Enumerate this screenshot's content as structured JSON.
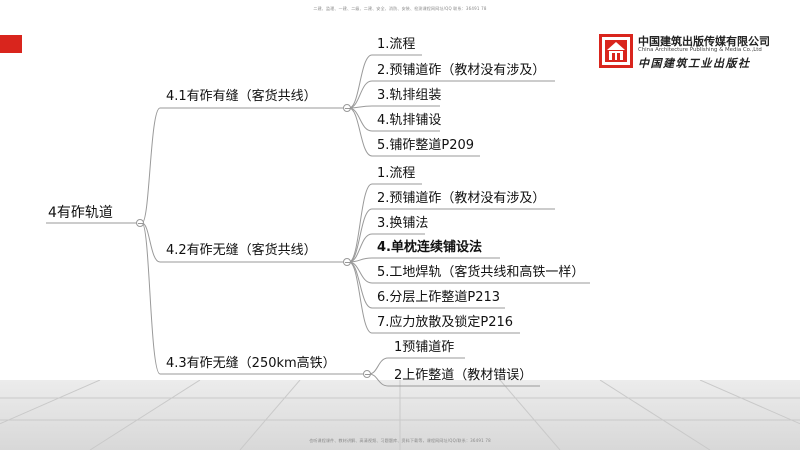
{
  "header": {
    "top_notice": "二建、监理、一建、二级、二建、安全、消防、安装、检测课程网网址/QQ 联系：36491 78",
    "bottom_notice": "也听课程课件、教材讲解、高清视频、习题题库、资料下载等，课程网网址/QQ/联系：36491 78"
  },
  "logo": {
    "name_cn": "中国建筑出版传媒有限公司",
    "name_en": "China Architecture Publishing & Media Co.,Ltd",
    "name_cn_script": "中国建筑工业出版社"
  },
  "colors": {
    "accent": "#d9251d",
    "line": "#999999",
    "text": "#111111"
  },
  "mindmap": {
    "root": "4有砟轨道",
    "branches": [
      {
        "label": "4.1有砟有缝（客货共线）",
        "children": [
          "1.流程",
          "2.预铺道砟（教材没有涉及）",
          "3.轨排组装",
          "4.轨排铺设",
          "5.铺砟整道P209"
        ]
      },
      {
        "label": "4.2有砟无缝（客货共线）",
        "children": [
          "1.流程",
          "2.预铺道砟（教材没有涉及）",
          "3.换铺法",
          "4.单枕连续铺设法",
          "5.工地焊轨（客货共线和高铁一样）",
          "6.分层上砟整道P213",
          "7.应力放散及锁定P216"
        ]
      },
      {
        "label": "4.3有砟无缝（250km高铁）",
        "children": [
          "1预铺道砟",
          "2上砟整道（教材错误）"
        ]
      }
    ]
  }
}
